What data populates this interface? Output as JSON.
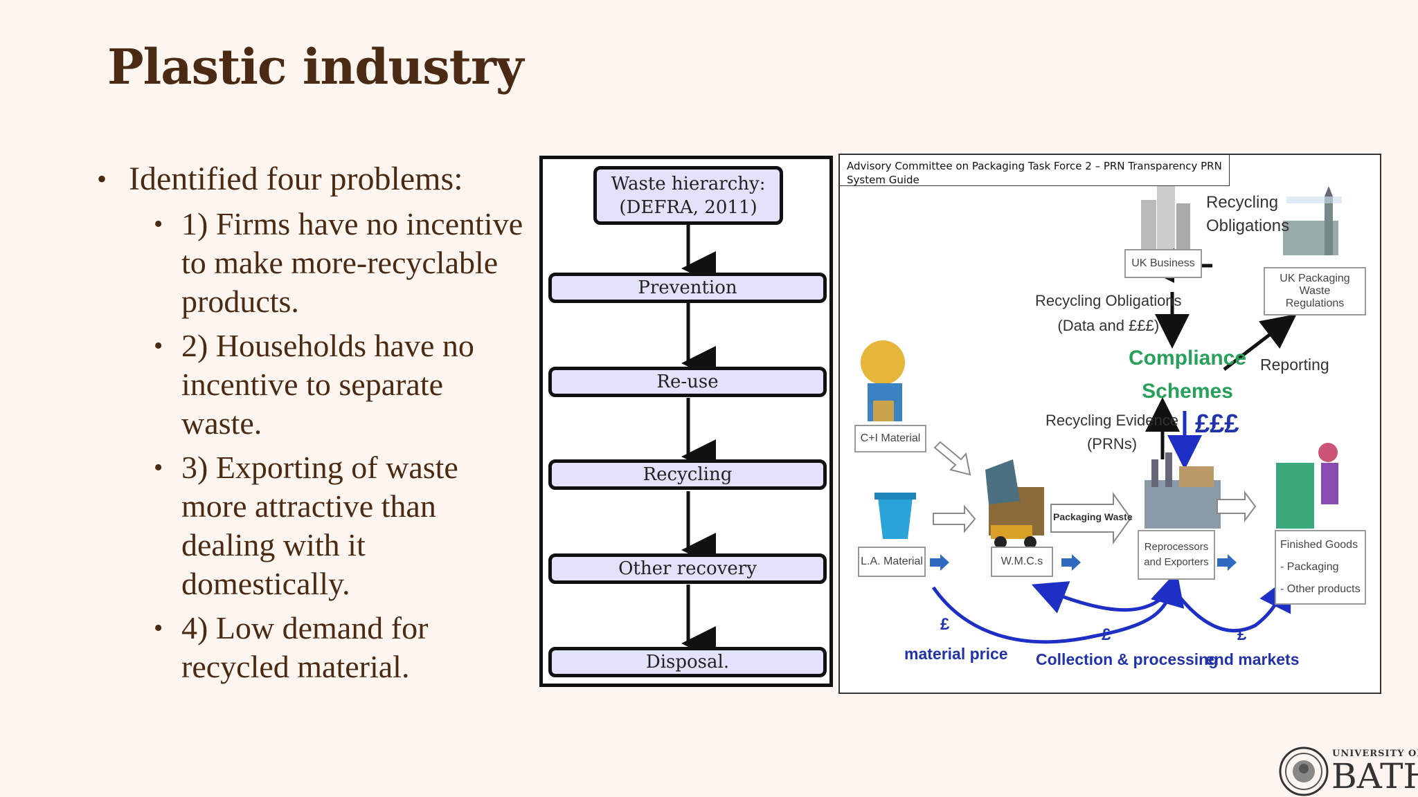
{
  "slide": {
    "title": "Plastic industry",
    "bullets": {
      "intro": "Identified four problems:",
      "items": [
        "1) Firms have no incentive to make more-recyclable products.",
        "2) Households have no incentive to separate waste.",
        "3) Exporting of waste more attractive than dealing with it domestically.",
        "4) Low demand for recycled material."
      ]
    }
  },
  "hierarchy": {
    "header_line1": "Waste hierarchy:",
    "header_line2": "(DEFRA, 2011)",
    "steps": [
      "Prevention",
      "Re-use",
      "Recycling",
      "Other recovery",
      "Disposal."
    ]
  },
  "prn_diagram": {
    "caption": "Advisory Committee on Packaging Task Force 2 – PRN Transparency PRN System Guide",
    "recycling_obligations_top": [
      "Recycling",
      "Obligations"
    ],
    "uk_business": "UK Business",
    "regulations": [
      "UK Packaging Waste",
      "Regulations"
    ],
    "obligations_data": [
      "Recycling Obligations",
      "(Data and £££)"
    ],
    "compliance": [
      "Compliance",
      "Schemes"
    ],
    "reporting": "Reporting",
    "evidence": [
      "Recycling Evidence",
      "(PRNs)"
    ],
    "money": "£££",
    "ci_material": "C+I Material",
    "la_material": "L.A. Material",
    "wmcs": "W.M.C.s",
    "packaging_waste": "Packaging Waste",
    "reprocessors": [
      "Reprocessors",
      "and Exporters"
    ],
    "finished_goods": [
      "Finished Goods",
      "- Packaging",
      "- Other products"
    ],
    "pound": "£",
    "flow_labels": [
      "material price",
      "Collection & processing",
      "end markets"
    ]
  },
  "logo": {
    "line1": "UNIVERSITY OF",
    "line2": "BATH"
  }
}
